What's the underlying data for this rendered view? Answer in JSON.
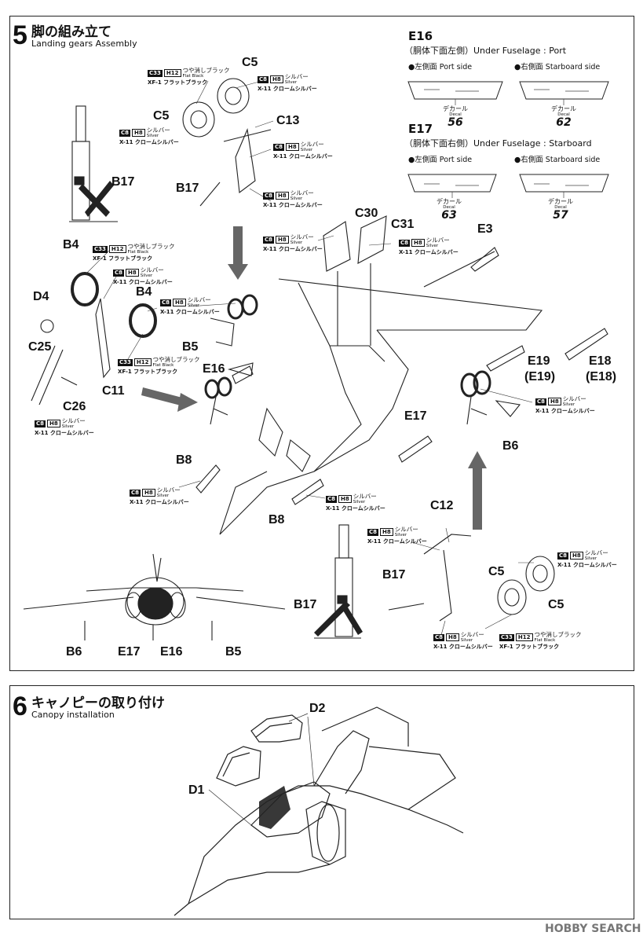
{
  "step5": {
    "number": "5",
    "title": "脚の組み立て",
    "subtitle": "Landing gears Assembly"
  },
  "step6": {
    "number": "6",
    "title": "キャノピーの取り付け",
    "subtitle": "Canopy installation"
  },
  "decals": {
    "e16_title": "E16",
    "e16_desc": "（胴体下面左側）Under Fuselage : Port",
    "e17_title": "E17",
    "e17_desc": "（胴体下面右側）Under Fuselage : Starboard",
    "port_side": "●左側面 Port side",
    "starboard_side": "●右側面 Starboard side",
    "decal_jp": "デカール",
    "decal_en": "Decal",
    "n56": "56",
    "n62": "62",
    "n63": "63",
    "n57": "57"
  },
  "paint": {
    "c8": "C8",
    "h8": "H8",
    "c33": "C33",
    "h12": "H12",
    "silver_jp": "シルバー",
    "silver_en": "Silver",
    "x11": "X-11 クロームシルバー",
    "flat_black_jp": "つや消しブラック",
    "flat_black_en": "Flat Black",
    "xf1": "XF-1 フラットブラック"
  },
  "parts": {
    "C5": "C5",
    "C13": "C13",
    "B17": "B17",
    "B4": "B4",
    "D4": "D4",
    "C25": "C25",
    "C11": "C11",
    "C26": "C26",
    "B5": "B5",
    "E16": "E16",
    "B8": "B8",
    "C30": "C30",
    "C31": "C31",
    "E3": "E3",
    "E19": "E19",
    "E19p": "(E19)",
    "E18": "E18",
    "E18p": "(E18)",
    "E17": "E17",
    "B6": "B6",
    "C12": "C12",
    "D1": "D1",
    "D2": "D2"
  },
  "watermark": "HOBBY SEARCH"
}
